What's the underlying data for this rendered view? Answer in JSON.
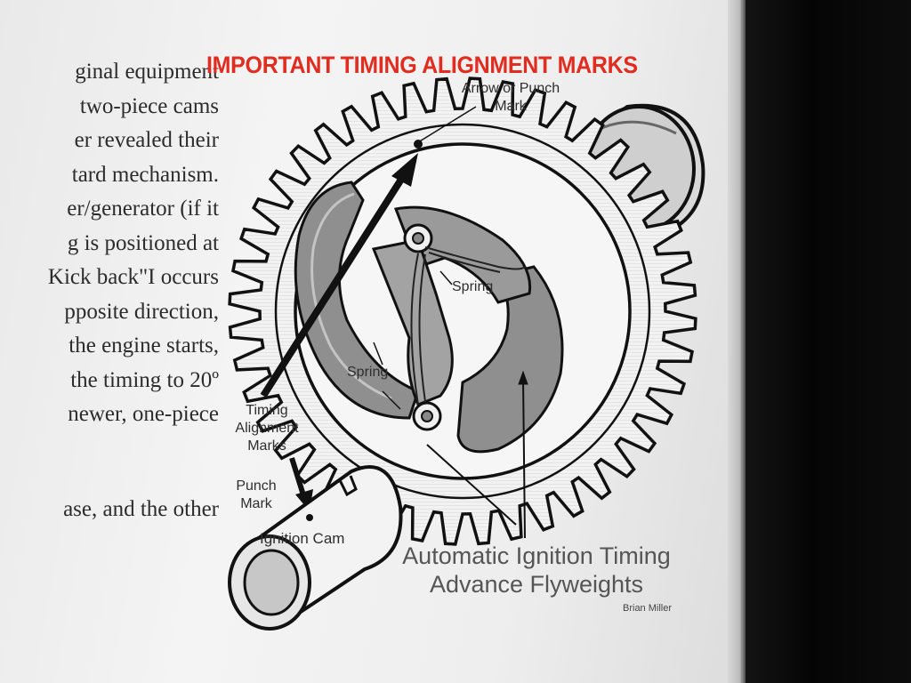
{
  "document": {
    "text_lines": [
      "ginal equipment",
      "two-piece cams",
      "er revealed their",
      "tard mechanism.",
      "er/generator (if it",
      "g is positioned at",
      "Kick back\"I occurs",
      "pposite direction,",
      "the engine starts,",
      "the timing to 20º",
      "newer, one-piece",
      "ase, and the other"
    ]
  },
  "figure": {
    "title": "IMPORTANT TIMING ALIGNMENT MARKS",
    "labels": {
      "arrow_punch": "Arrow or Punch\nMark",
      "spring_upper": "Spring",
      "spring_lower": "Spring",
      "timing_marks": "Timing\nAlignment\nMarks",
      "punch_mark": "Punch\nMark",
      "ignition_cam": "Ignition Cam",
      "flyweights": "Automatic Ignition Timing\nAdvance Flyweights",
      "credit": "Brian Miller"
    }
  },
  "colors": {
    "title_red": "#e02d1f",
    "screen_bg": "#eeeeee",
    "bezel": "#0b0b0b",
    "gear_fill": "#f0f0f0",
    "flyweight_fill": "#8f8f8f"
  }
}
